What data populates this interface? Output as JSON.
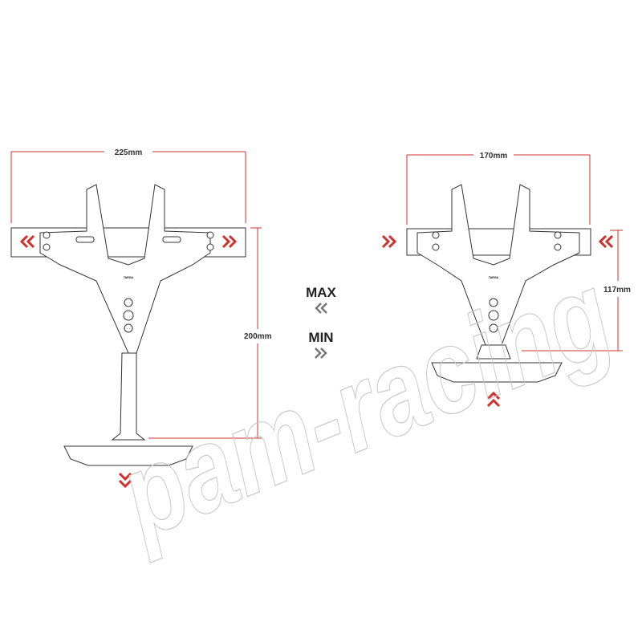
{
  "watermark": "pam-racing",
  "left_diagram": {
    "width_label": "225mm",
    "height_label": "200mm",
    "brand_mark": "TARGA"
  },
  "right_diagram": {
    "width_label": "170mm",
    "height_label": "117mm",
    "brand_mark": "TARGA"
  },
  "center": {
    "max_label": "MAX",
    "min_label": "MIN"
  },
  "colors": {
    "dimension": "#d0312d",
    "outline": "#333333",
    "watermark": "#c8c8c8"
  }
}
